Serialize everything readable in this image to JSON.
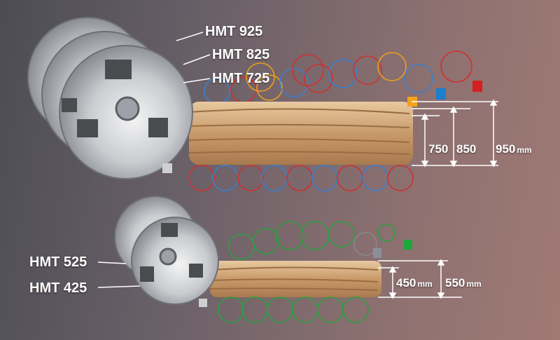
{
  "large_unit": {
    "models": [
      "HMT 925",
      "HMT 825",
      "HMT 725"
    ],
    "dimensions": [
      "750",
      "850",
      "950"
    ],
    "unit": "mm",
    "marker_colors": [
      "#f3a41c",
      "#1a7fcf",
      "#d42020"
    ]
  },
  "small_unit": {
    "models": [
      "HMT 525",
      "HMT 425"
    ],
    "dimensions": [
      "450",
      "550"
    ],
    "unit": "mm",
    "marker_colors": [
      "#8a8f9a",
      "#1ea838"
    ]
  }
}
